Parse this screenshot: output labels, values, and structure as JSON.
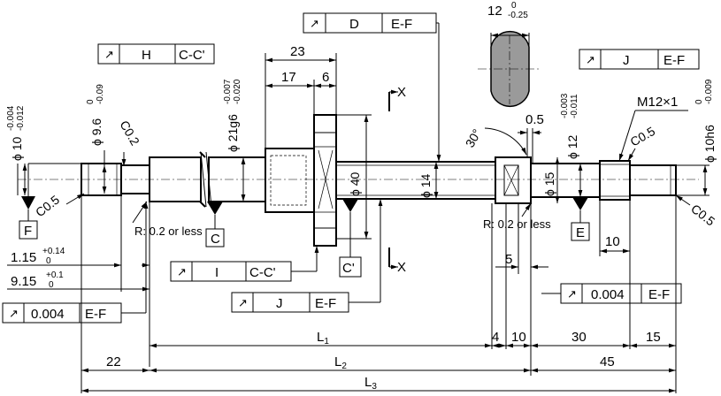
{
  "frames": {
    "top_d": {
      "symbol": "↗",
      "ref": "D",
      "datum": "E-F"
    },
    "top_h": {
      "symbol": "↗",
      "ref": "H",
      "datum": "C-C'"
    },
    "top_j": {
      "symbol": "↗",
      "ref": "J",
      "datum": "E-F"
    },
    "left_runout": {
      "symbol": "↗",
      "value": "0.004",
      "datum": "E-F"
    },
    "mid_i": {
      "symbol": "↗",
      "ref": "I",
      "datum": "C-C'"
    },
    "mid_j": {
      "symbol": "↗",
      "ref": "J",
      "datum": "E-F"
    },
    "right_runout": {
      "symbol": "↗",
      "value": "0.004",
      "datum": "E-F"
    }
  },
  "datums": {
    "f": "F",
    "c": "C",
    "c_prime": "C'",
    "e": "E"
  },
  "section": {
    "width": "12",
    "tol_upper": "0",
    "tol_lower": "-0.25"
  },
  "dims": {
    "d10": {
      "dia": "ϕ 10",
      "upper": "-0.004",
      "lower": "-0.012"
    },
    "d96": {
      "dia": "ϕ 9.6",
      "upper": "0",
      "lower": "-0.09"
    },
    "c02": "C0.2",
    "c05_left": "C0.5",
    "d21": {
      "dia": "ϕ 21g6",
      "upper": "-0.007",
      "lower": "-0.020"
    },
    "d23": "23",
    "d17": "17",
    "d6": "6",
    "d40": "ϕ 40",
    "d14": "ϕ 14",
    "d15": "ϕ 15",
    "d12": {
      "dia": "ϕ 12",
      "upper": "-0.003",
      "lower": "-0.011"
    },
    "d10h6": {
      "dia": "ϕ 10h6",
      "upper": "0",
      "lower": "-0.009"
    },
    "thread": "M12×1",
    "c05_upper": "C0.5",
    "c05_right": "C0.5",
    "angle": "30°",
    "d05": "0.5",
    "d5": "5",
    "d10len": "10",
    "r_left": "R: 0.2 or less",
    "r_right": "R: 0.2 or less",
    "g115": {
      "base": "1.15",
      "upper": "+0.14",
      "lower": "0"
    },
    "g915": {
      "base": "9.15",
      "upper": "+0.1",
      "lower": "0"
    },
    "section_mark": "X"
  },
  "bottom": {
    "l1": "L",
    "l1_sub": "1",
    "l2": "L",
    "l2_sub": "2",
    "l3": "L",
    "l3_sub": "3",
    "d4": "4",
    "d10": "10",
    "d30": "30",
    "d15": "15",
    "d22": "22",
    "d45": "45"
  }
}
